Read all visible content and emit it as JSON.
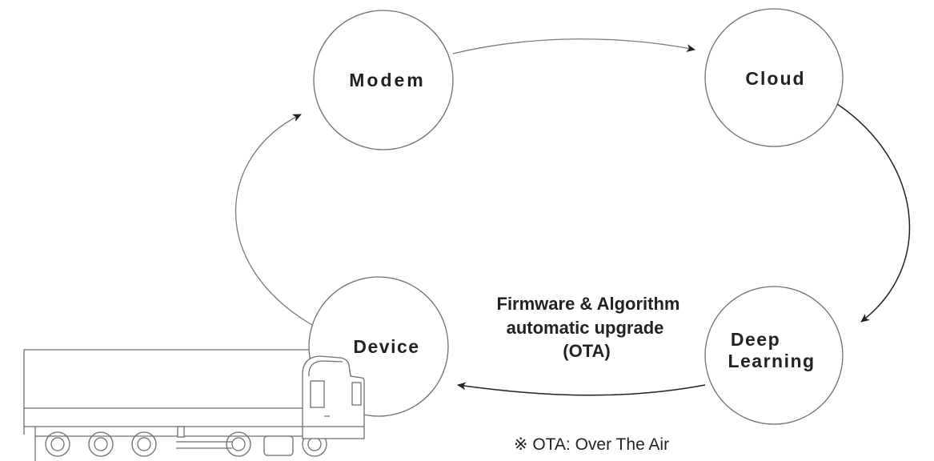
{
  "nodes": {
    "modem": {
      "label": "Modem"
    },
    "cloud": {
      "label": "Cloud"
    },
    "deep_learning": {
      "label_line1": "Deep",
      "label_line2": "Learning"
    },
    "device": {
      "label": "Device"
    }
  },
  "upgrade_note": {
    "line1": "Firmware & Algorithm",
    "line2": "automatic upgrade",
    "line3": "(OTA)"
  },
  "footnote": "※ OTA: Over The Air",
  "colors": {
    "stroke": "#6e6e6e",
    "dark_arrow": "#222222",
    "text": "#222222",
    "background": "#ffffff"
  },
  "icons": {
    "vehicle": "truck-icon"
  }
}
